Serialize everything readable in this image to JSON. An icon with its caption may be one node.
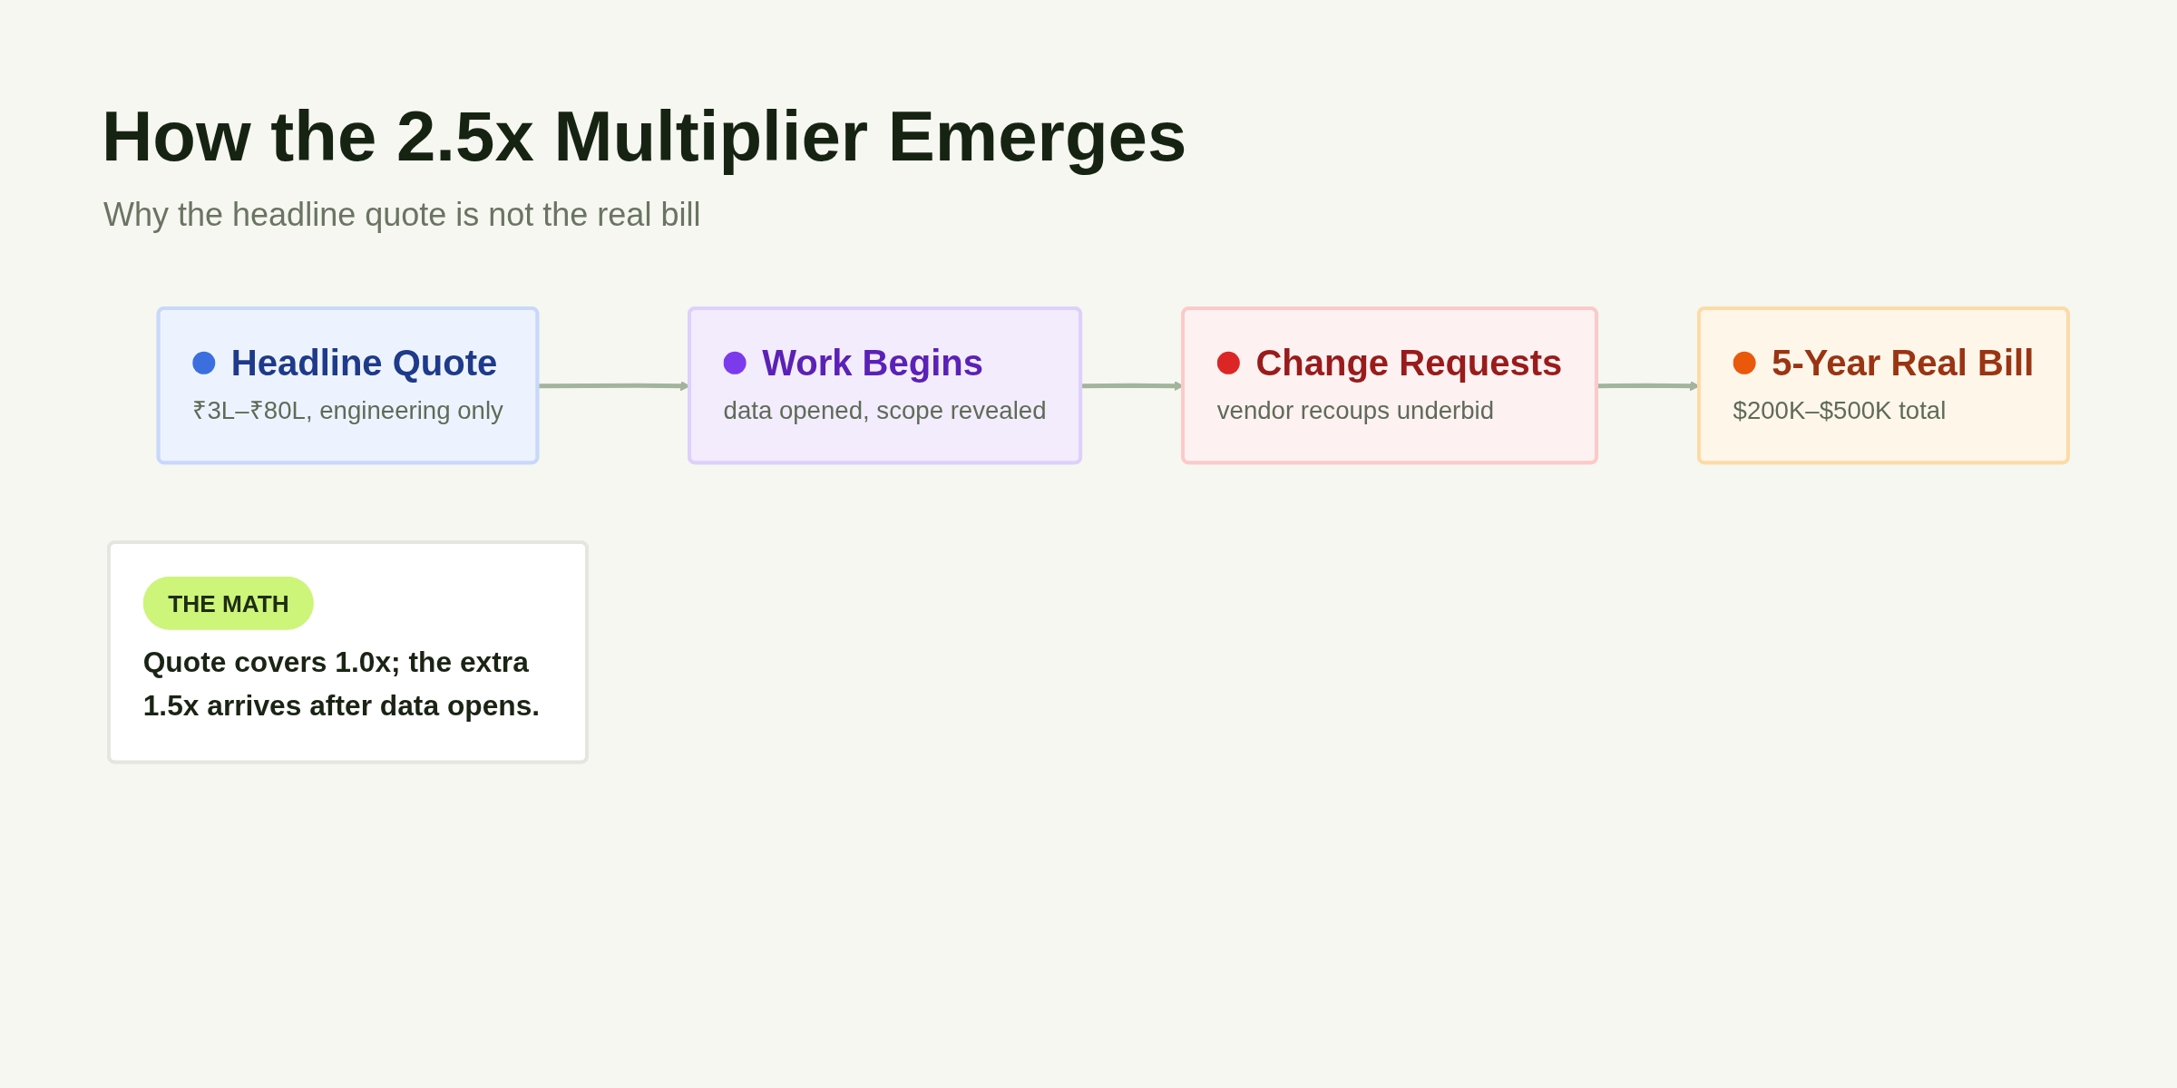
{
  "diagram": {
    "title": "How the 2.5x Multiplier Emerges",
    "nodes": [
      {
        "text": [
          "Headline Quote",
          "₹3L–₹80L, engineering only"
        ]
      },
      {
        "text": [
          "Work Begins",
          "data opened, scope revealed"
        ]
      },
      {
        "text": [
          "Change Requests",
          "vendor recoups underbid"
        ]
      },
      {
        "text": [
          "5-Year Real Bill",
          "$200K–$500K total"
        ]
      },
      {
        "text": [
          "THE MATH",
          "Quote covers 1.0x; the extra 1.5x arrives after data opens."
        ]
      }
    ],
    "edges": [
      {
        "from": 0,
        "to": 1,
        "arrow": "to"
      },
      {
        "from": 1,
        "to": 2,
        "arrow": "to"
      },
      {
        "from": 2,
        "to": 3,
        "arrow": "to"
      }
    ],
    "labels": [
      "Why the headline quote is not the real bill"
    ]
  }
}
